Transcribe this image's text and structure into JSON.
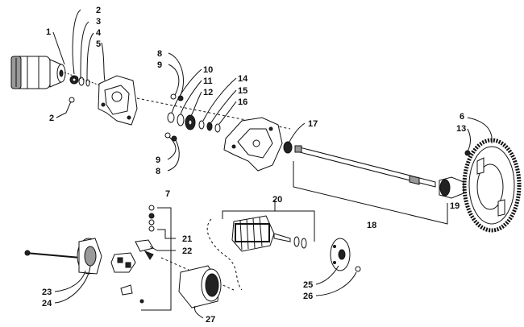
{
  "diagram": {
    "callouts": [
      {
        "id": "c1",
        "text": "1"
      },
      {
        "id": "c2a",
        "text": "2"
      },
      {
        "id": "c3",
        "text": "3"
      },
      {
        "id": "c4",
        "text": "4"
      },
      {
        "id": "c5",
        "text": "5"
      },
      {
        "id": "c2b",
        "text": "2"
      },
      {
        "id": "c8a",
        "text": "8"
      },
      {
        "id": "c9a",
        "text": "9"
      },
      {
        "id": "c10",
        "text": "10"
      },
      {
        "id": "c11",
        "text": "11"
      },
      {
        "id": "c12",
        "text": "12"
      },
      {
        "id": "c14",
        "text": "14"
      },
      {
        "id": "c15",
        "text": "15"
      },
      {
        "id": "c16",
        "text": "16"
      },
      {
        "id": "c9b",
        "text": "9"
      },
      {
        "id": "c8b",
        "text": "8"
      },
      {
        "id": "c17",
        "text": "17"
      },
      {
        "id": "c6",
        "text": "6"
      },
      {
        "id": "c13",
        "text": "13"
      },
      {
        "id": "c18",
        "text": "18"
      },
      {
        "id": "c19",
        "text": "19"
      },
      {
        "id": "c7",
        "text": "7"
      },
      {
        "id": "c20",
        "text": "20"
      },
      {
        "id": "c21",
        "text": "21"
      },
      {
        "id": "c22",
        "text": "22"
      },
      {
        "id": "c23",
        "text": "23"
      },
      {
        "id": "c24",
        "text": "24"
      },
      {
        "id": "c25",
        "text": "25"
      },
      {
        "id": "c26",
        "text": "26"
      },
      {
        "id": "c27",
        "text": "27"
      }
    ]
  }
}
